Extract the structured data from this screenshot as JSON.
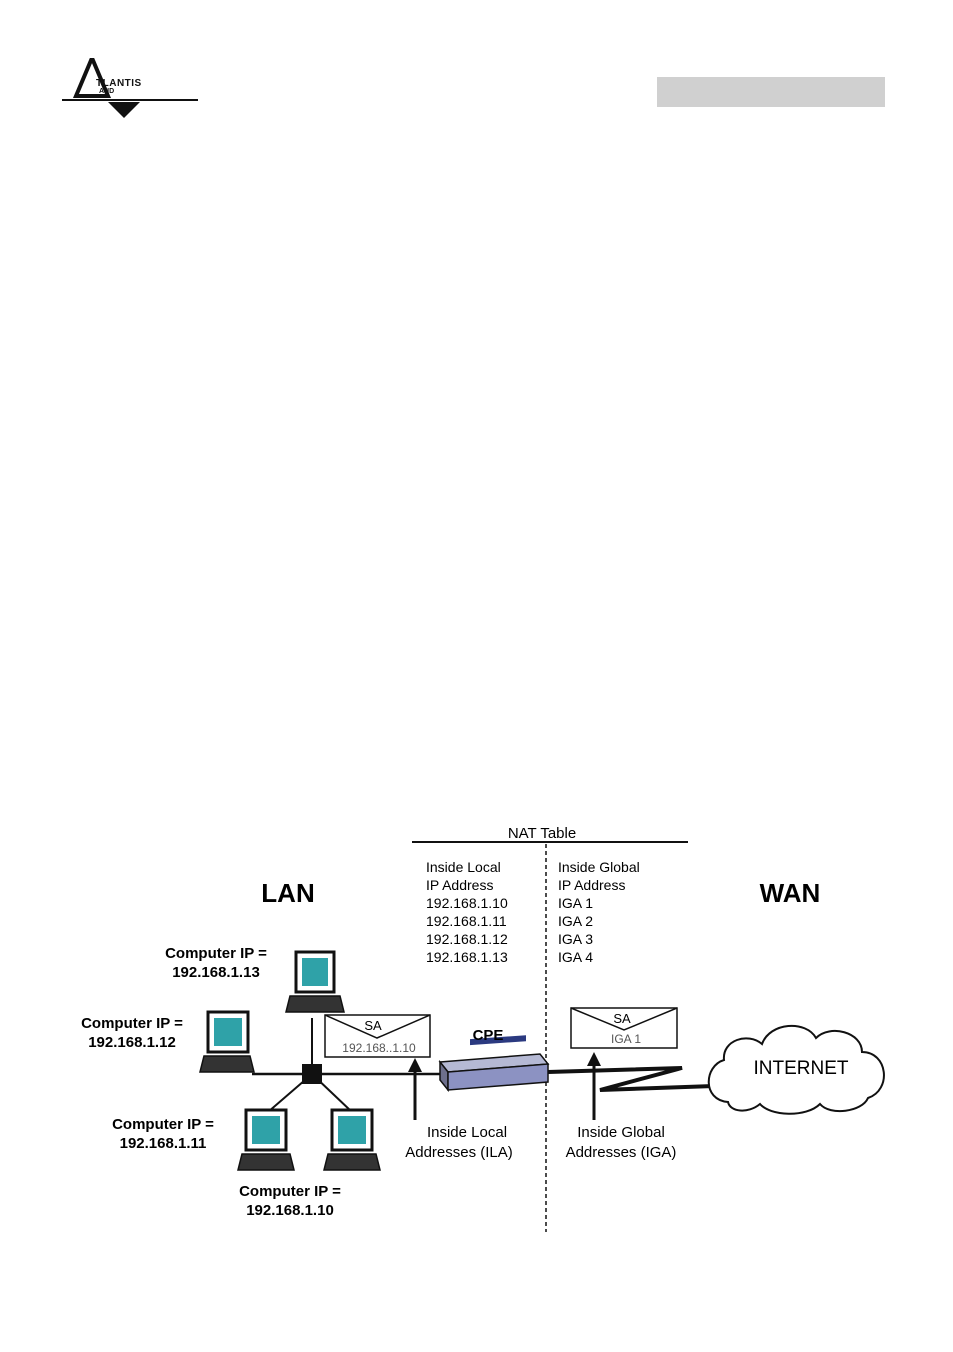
{
  "logo": {
    "text": "TLANTIS",
    "sub": "AND"
  },
  "diagram": {
    "nat_title": "NAT Table",
    "lan": "LAN",
    "wan": "WAN",
    "local_header": [
      "Inside Local",
      "IP Address"
    ],
    "global_header": [
      "Inside Global",
      "IP Address"
    ],
    "local_addresses": [
      "192.168.1.10",
      "192.168.1.11",
      "192.168.1.12",
      "192.168.1.13"
    ],
    "global_addresses": [
      "IGA 1",
      "IGA 2",
      "IGA 3",
      "IGA 4"
    ],
    "computers": [
      {
        "label": "Computer IP =",
        "ip": "192.168.1.13"
      },
      {
        "label": "Computer IP =",
        "ip": "192.168.1.12"
      },
      {
        "label": "Computer IP =",
        "ip": "192.168.1.11"
      },
      {
        "label": "Computer IP =",
        "ip": "192.168.1.10"
      }
    ],
    "packet_local": {
      "sa": "SA",
      "addr": "192.168..1.10"
    },
    "packet_global": {
      "sa": "SA",
      "addr": "IGA 1"
    },
    "cpe": "CPE",
    "internet": "INTERNET",
    "ila_label": [
      "Inside Local",
      "Addresses (ILA)"
    ],
    "iga_label": [
      "Inside Global",
      "Addresses (IGA)"
    ]
  }
}
